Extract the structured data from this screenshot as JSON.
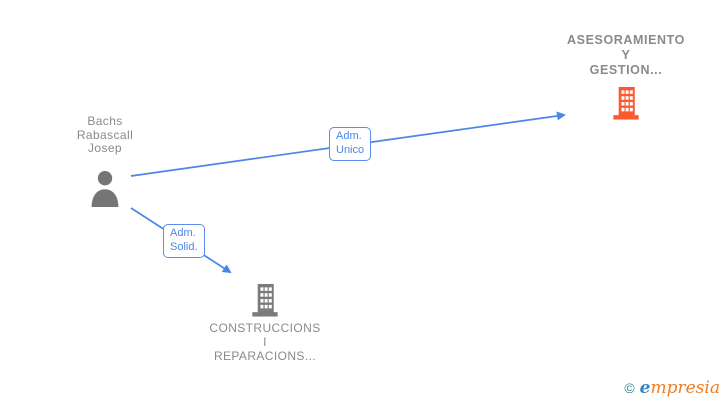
{
  "colors": {
    "edge": "#4a86e8",
    "person_icon": "#757575",
    "company_top_icon": "#fb5a2e",
    "company_bottom_icon": "#7b7b7b",
    "label_text": "#8a8a8a",
    "edge_label_text": "#4a86e8",
    "watermark_copyright": "#2e7f8f",
    "watermark_e": "#3585c5",
    "watermark_rest": "#ef7d26"
  },
  "person": {
    "line1": "Bachs",
    "line2": "Rabascall",
    "line3": "Josep"
  },
  "company_top": {
    "line1": "ASESORAMIENTO",
    "line2": "Y",
    "line3": "GESTION..."
  },
  "company_bottom": {
    "line1": "CONSTRUCCIONS",
    "line2": "I",
    "line3": "REPARACIONS..."
  },
  "edge_top": {
    "line1": "Adm.",
    "line2": "Unico"
  },
  "edge_bottom": {
    "line1": "Adm.",
    "line2": "Solid."
  },
  "watermark": {
    "copyright": "©",
    "brand_first": "e",
    "brand_rest": "mpresia"
  }
}
